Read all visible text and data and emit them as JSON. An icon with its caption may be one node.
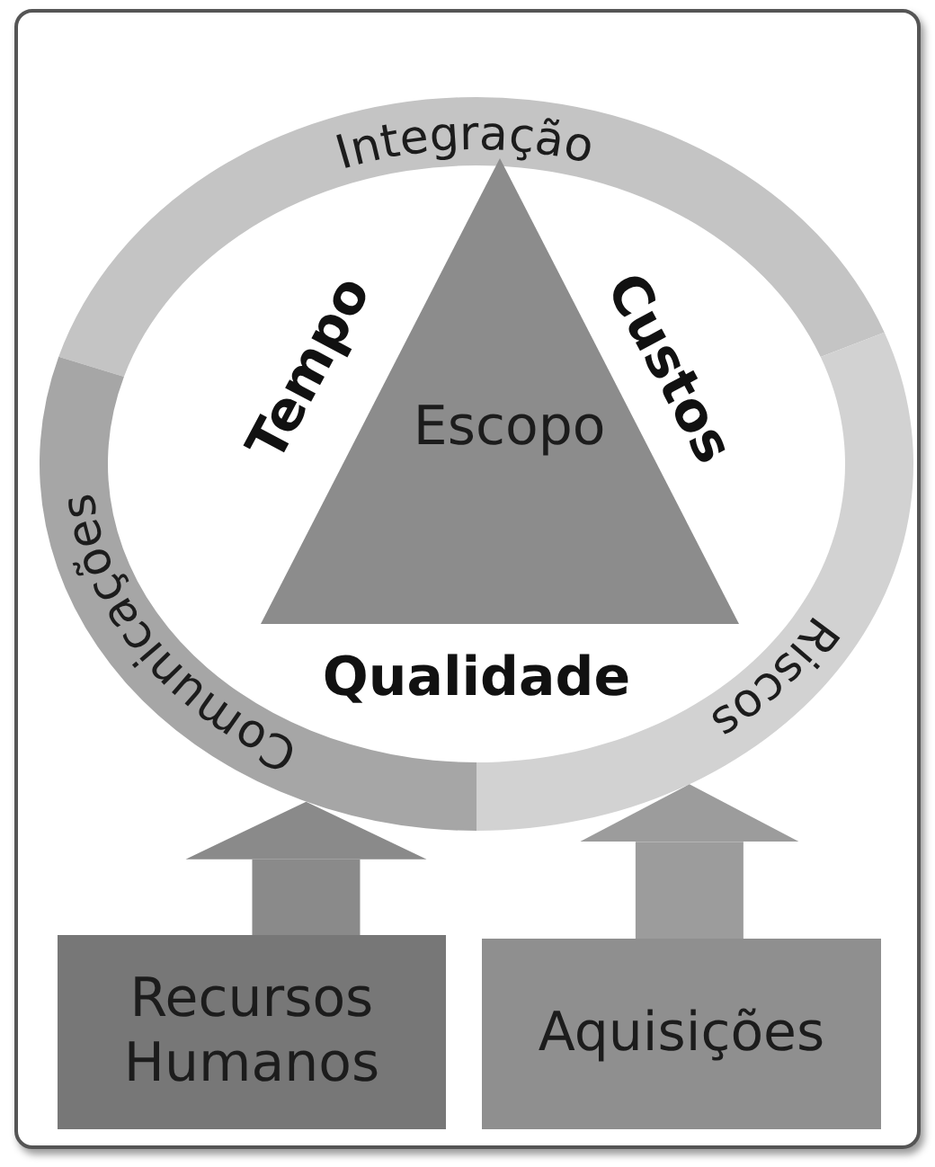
{
  "diagram": {
    "nodes": [
      {
        "text": [
          "Integração"
        ]
      },
      {
        "text": [
          "Comunicações"
        ]
      },
      {
        "text": [
          "Riscos"
        ]
      },
      {
        "text": [
          "Escopo"
        ]
      },
      {
        "text": [
          "Recursos Humanos"
        ]
      },
      {
        "text": [
          "Aquisições"
        ]
      }
    ],
    "edges": [
      {
        "from": 4,
        "to": 1,
        "arrow": "to"
      },
      {
        "from": 5,
        "to": 2,
        "arrow": "to"
      }
    ],
    "labels": [
      "Tempo",
      "Custos",
      "Qualidade"
    ]
  }
}
